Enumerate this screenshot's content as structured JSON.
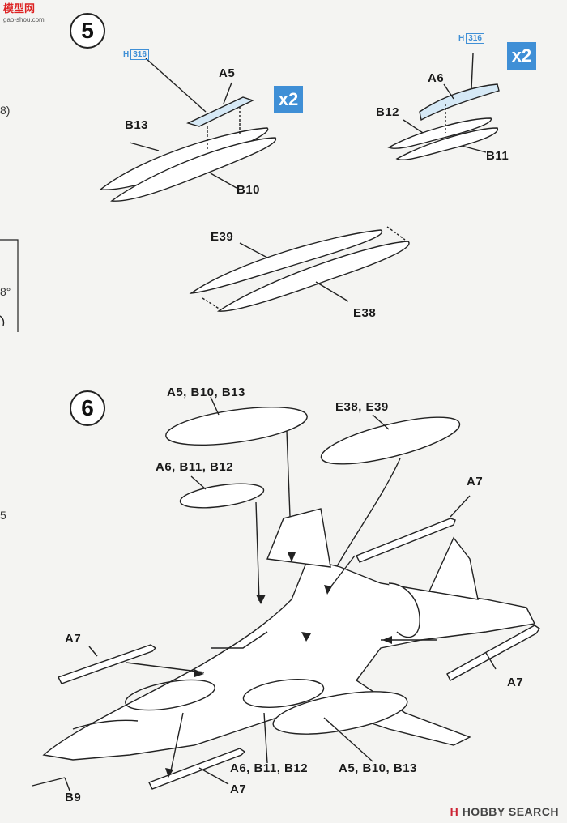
{
  "watermark": {
    "title": "模型网",
    "url": "gao-shou.com"
  },
  "footer": {
    "brand_mark": "H",
    "brand_text": "HOBBY SEARCH"
  },
  "edge_marks": {
    "left1": "8)",
    "left2": "8°",
    "left3": "5"
  },
  "step5": {
    "number": "5",
    "multiplier": "x2",
    "left": {
      "h_prefix": "H",
      "h_code": "316",
      "part_a": "A5",
      "part_top": "B13",
      "part_bottom": "B10"
    },
    "right": {
      "h_prefix": "H",
      "h_code": "316",
      "part_a": "A6",
      "part_top": "B12",
      "part_bottom": "B11"
    },
    "center": {
      "part_top": "E39",
      "part_bottom": "E38"
    }
  },
  "step6": {
    "number": "6",
    "labels": {
      "tank_top_left": "A5, B10, B13",
      "tank_top_right": "E38, E39",
      "tank_mid_left": "A6, B11, B12",
      "missile_right_top": "A7",
      "missile_left": "A7",
      "missile_right_bottom": "A7",
      "missile_bottom": "A7",
      "under_left": "A6, B11, B12",
      "under_right": "A5, B10, B13",
      "nose_part": "B9"
    }
  }
}
